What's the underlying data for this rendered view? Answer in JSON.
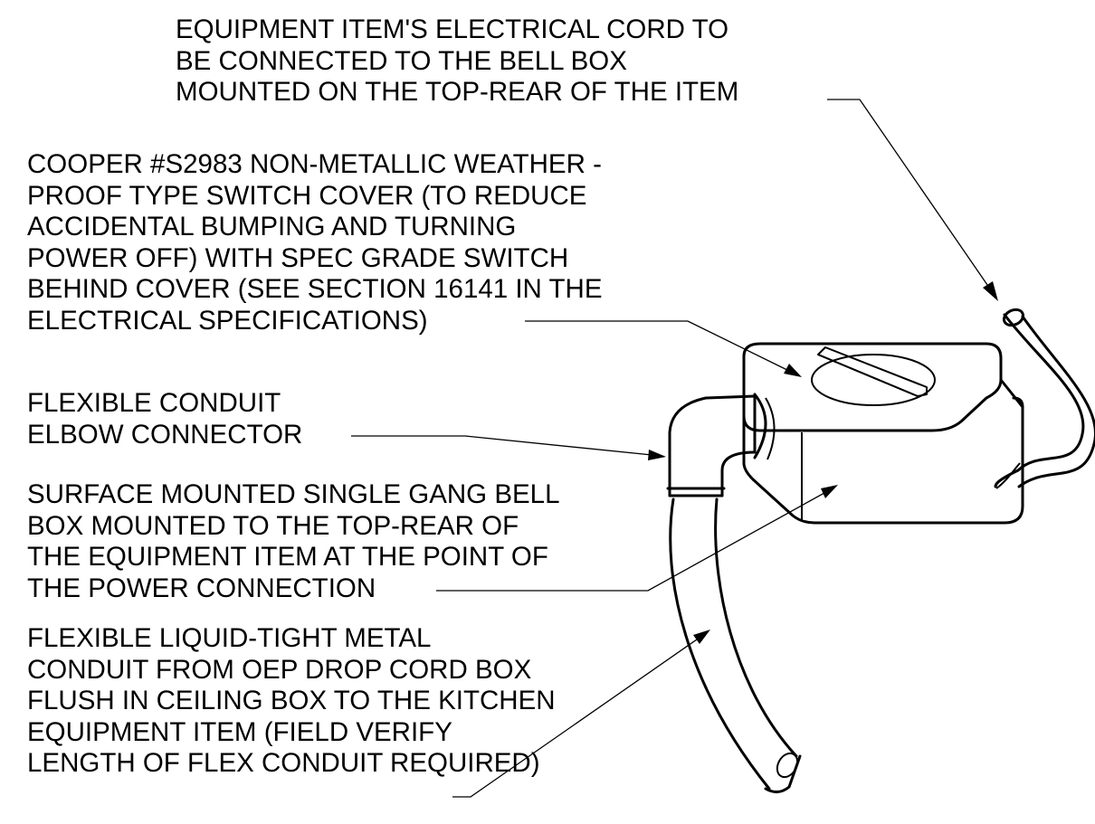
{
  "notes": {
    "cord": [
      "EQUIPMENT ITEM'S ELECTRICAL CORD TO",
      "BE CONNECTED TO THE BELL BOX",
      "MOUNTED ON THE TOP-REAR OF THE ITEM"
    ],
    "switch_cover": [
      "COOPER #S2983 NON-METALLIC WEATHER -",
      "PROOF TYPE SWITCH COVER (TO REDUCE",
      "ACCIDENTAL BUMPING AND TURNING",
      "POWER OFF) WITH SPEC GRADE SWITCH",
      "BEHIND COVER (SEE SECTION 16141 IN THE",
      "ELECTRICAL SPECIFICATIONS)"
    ],
    "elbow": [
      "FLEXIBLE CONDUIT",
      "ELBOW CONNECTOR"
    ],
    "bell_box": [
      "SURFACE MOUNTED SINGLE GANG BELL",
      "BOX MOUNTED TO THE TOP-REAR OF",
      "THE EQUIPMENT ITEM AT THE POINT OF",
      "THE POWER CONNECTION"
    ],
    "conduit": [
      "FLEXIBLE LIQUID-TIGHT METAL",
      "CONDUIT FROM OEP DROP CORD BOX",
      "FLUSH IN CEILING BOX TO THE KITCHEN",
      "EQUIPMENT ITEM (FIELD VERIFY",
      "LENGTH OF FLEX CONDUIT REQUIRED)"
    ]
  }
}
